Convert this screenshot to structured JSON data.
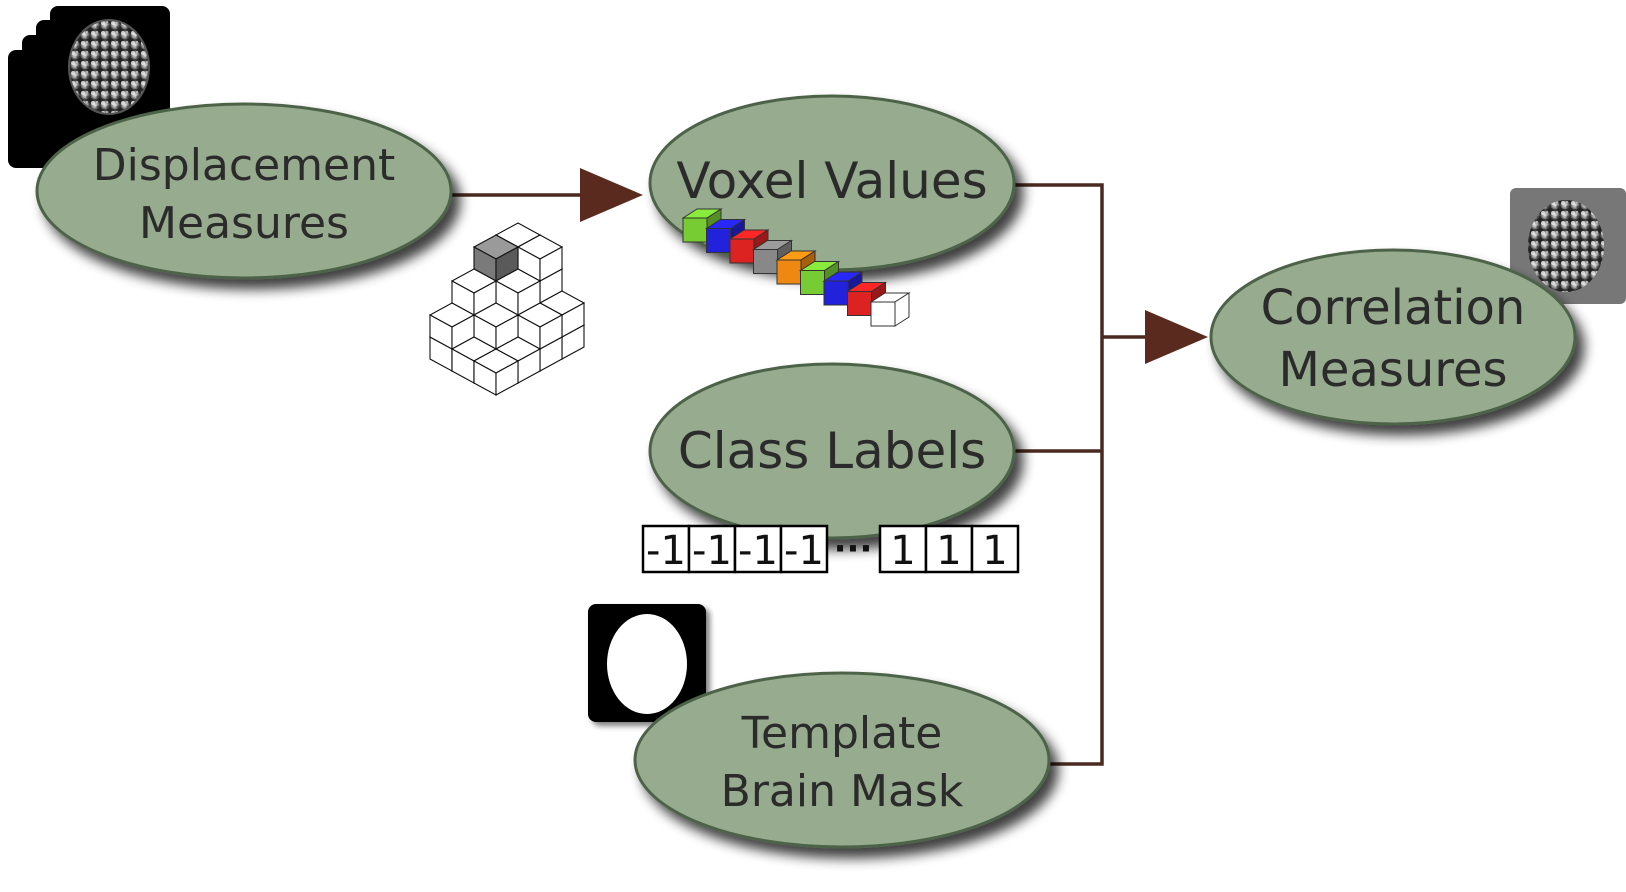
{
  "nodes": {
    "displacement": {
      "line1": "Displacement",
      "line2": "Measures"
    },
    "voxel": {
      "label": "Voxel Values"
    },
    "class_labels": {
      "label": "Class Labels"
    },
    "template": {
      "line1": "Template",
      "line2": "Brain Mask"
    },
    "correlation": {
      "line1": "Correlation",
      "line2": "Measures"
    }
  },
  "class_label_vector": {
    "left_values": [
      "-1",
      "-1",
      "-1",
      "-1"
    ],
    "ellipsis": "···",
    "right_values": [
      "1",
      "1",
      "1"
    ]
  },
  "voxel_vector_colors": [
    "#77cc33",
    "#2222dd",
    "#dd2222",
    "#888888",
    "#ee8811",
    "#77cc33",
    "#2222dd",
    "#dd2222"
  ],
  "colors": {
    "node_fill": "#97ab8e",
    "node_stroke": "#4e6448",
    "arrow": "#5a2a1e",
    "connector": "#4a2a20"
  },
  "icons": [
    "brain-slice-icon",
    "voxel-cube-stack-icon",
    "brain-mask-icon",
    "correlation-map-icon"
  ]
}
